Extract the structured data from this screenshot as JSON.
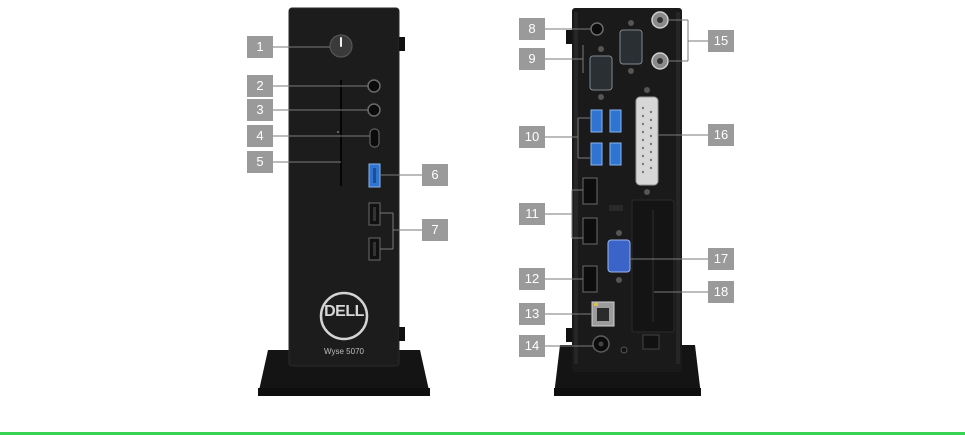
{
  "callouts": {
    "c1": "1",
    "c2": "2",
    "c3": "3",
    "c4": "4",
    "c5": "5",
    "c6": "6",
    "c7": "7",
    "c8": "8",
    "c9": "9",
    "c10": "10",
    "c11": "11",
    "c12": "12",
    "c13": "13",
    "c14": "14",
    "c15": "15",
    "c16": "16",
    "c17": "17",
    "c18": "18"
  },
  "front": {
    "brand": "DELL",
    "model": "Wyse 5070"
  },
  "colors": {
    "chassis": "#1c1c1c",
    "callout_bg": "#9a9a9a",
    "usb3_port": "#2f74d0",
    "vga_port": "#3a64c8",
    "accent_line": "#39d353"
  }
}
